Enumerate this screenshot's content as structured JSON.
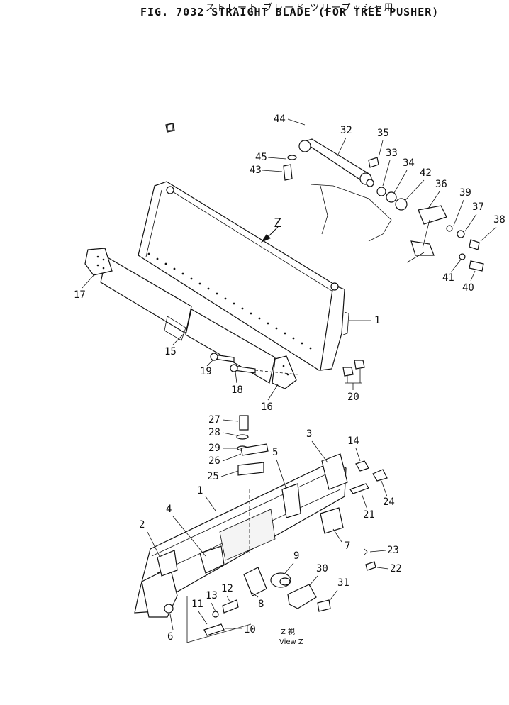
{
  "header": {
    "japanese_title": "ストレート ブレード ツリープッシャ用",
    "title": "FIG. 7032  STRAIGHT BLADE (FOR TREE PUSHER)"
  },
  "view_label": {
    "z_letter": "Z",
    "caption_jp": "Z 視",
    "caption_en": "View Z"
  },
  "callouts_upper": [
    "44",
    "32",
    "35",
    "45",
    "33",
    "43",
    "34",
    "42",
    "36",
    "39",
    "37",
    "38",
    "41",
    "40",
    "1",
    "17",
    "15",
    "19",
    "18",
    "16",
    "20"
  ],
  "callouts_lower": [
    "27",
    "28",
    "29",
    "26",
    "25",
    "3",
    "14",
    "5",
    "1",
    "24",
    "21",
    "4",
    "2",
    "7",
    "23",
    "22",
    "9",
    "30",
    "31",
    "12",
    "13",
    "11",
    "8",
    "6",
    "10"
  ],
  "colors": {
    "ink": "#111111",
    "paper": "#ffffff"
  }
}
